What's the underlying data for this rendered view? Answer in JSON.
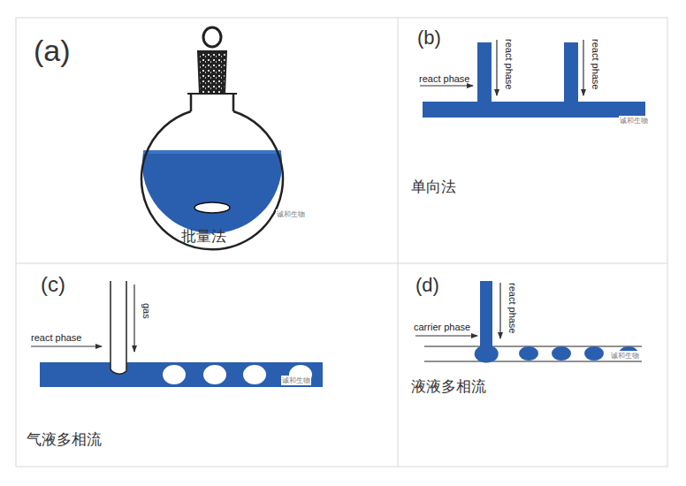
{
  "diagram": {
    "nodes": [
      {
        "text": [
          "(a)",
          "批量法"
        ]
      },
      {
        "text": [
          "(b)",
          "单向法"
        ]
      },
      {
        "text": [
          "(c)",
          "气液多相流"
        ]
      },
      {
        "text": [
          "(d)",
          "液液多相流"
        ]
      }
    ],
    "labels": [
      "react phase",
      "react phase",
      "react phase",
      "react phase",
      "gas",
      "carrier phase",
      "react phase",
      "诚和生物",
      "诚和生物",
      "诚和生物",
      "诚和生物"
    ]
  }
}
